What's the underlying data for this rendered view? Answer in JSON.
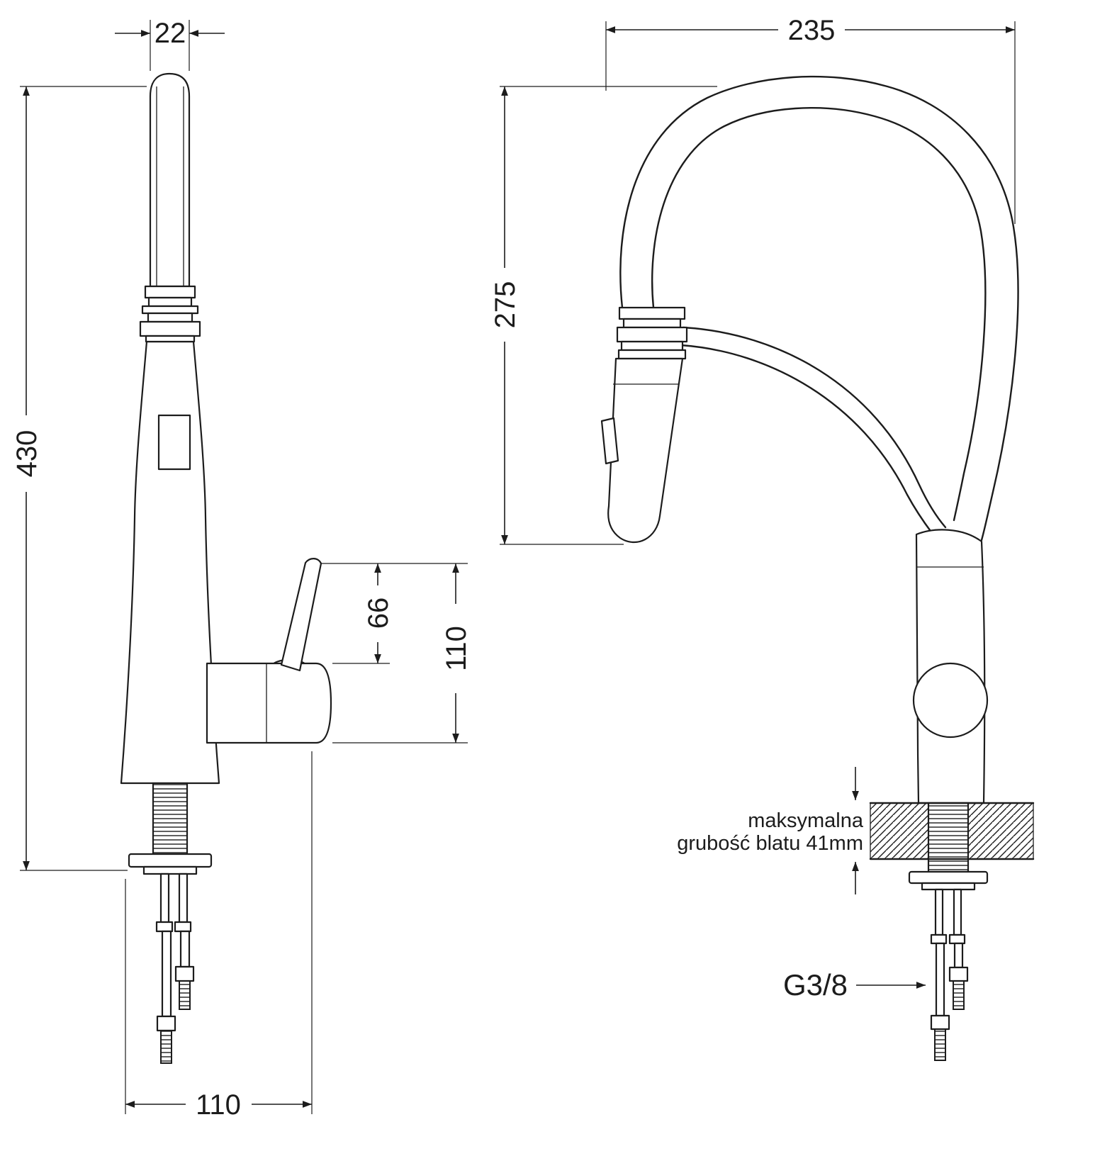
{
  "diagram": {
    "type": "technical-drawing",
    "subject": "kitchen-faucet-dimensions",
    "units": "mm",
    "colors": {
      "line": "#1c1c1c",
      "background": "#ffffff"
    },
    "views": {
      "front": {
        "dim_spout_width": "22",
        "dim_total_height": "430",
        "dim_handle_height": "66",
        "dim_body_height": "110",
        "dim_base_width": "110"
      },
      "side": {
        "dim_reach": "235",
        "dim_spout_height": "275",
        "note_line1": "maksymalna",
        "note_line2": "grubość blatu 41mm",
        "thread_size": "G3/8"
      }
    }
  }
}
